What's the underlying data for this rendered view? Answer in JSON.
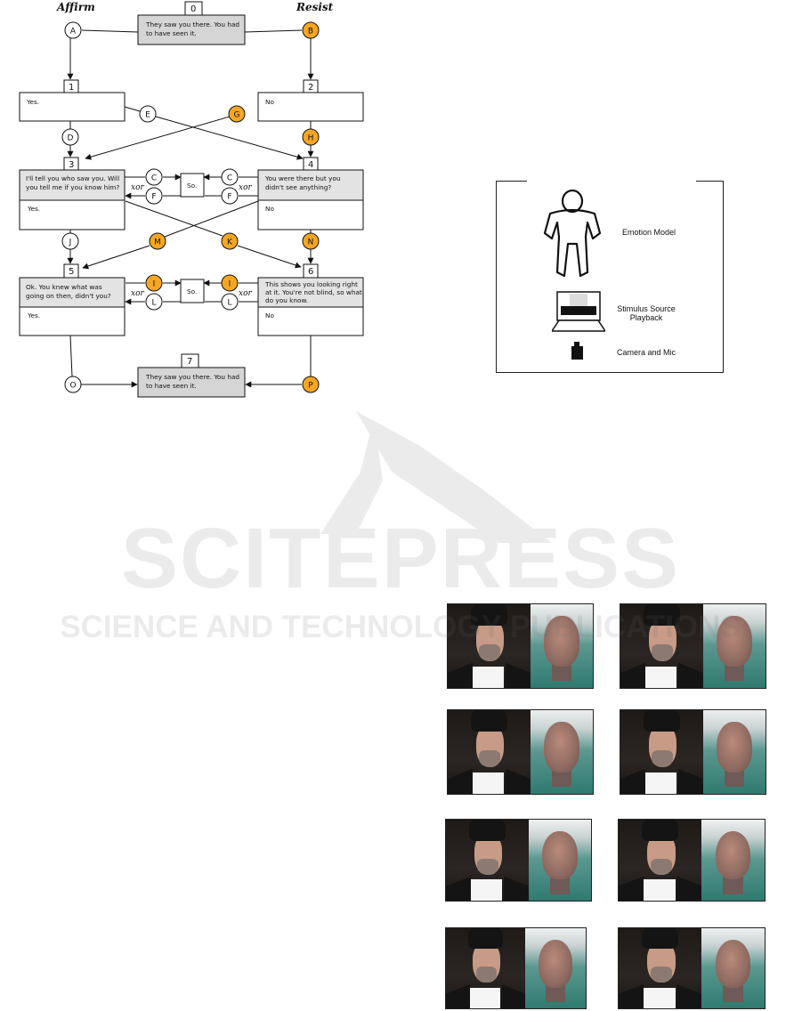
{
  "flowchart": {
    "headers": {
      "left": "Affirm",
      "right": "Resist"
    },
    "numbers": [
      "0",
      "1",
      "2",
      "3",
      "4",
      "5",
      "6",
      "7"
    ],
    "boxes": {
      "b0": [
        "They saw you there. You had",
        "to have seen it."
      ],
      "b1": [
        "Yes."
      ],
      "b2": [
        "No"
      ],
      "b3_top": [
        "I'll tell you who saw you. Will",
        "you tell me if you know him?"
      ],
      "b3_bottom": [
        "Yes."
      ],
      "b4_top": [
        "You were there but you",
        "didn't see anything?"
      ],
      "b4_bottom": [
        "No"
      ],
      "b5_top": [
        "Ok. You knew what was",
        "going on then, didn't you?"
      ],
      "b5_bottom": [
        "Yes."
      ],
      "b6_top": [
        "This shows you looking right",
        "at it. You're not blind, so what",
        "do you know."
      ],
      "b6_bottom": [
        "No"
      ],
      "b7": [
        "They saw you there. You had",
        "to have seen it."
      ],
      "so_upper": "So.",
      "so_lower": "So."
    },
    "xor": "xor",
    "nodes": {
      "A": "A",
      "B": "B",
      "C": "C",
      "D": "D",
      "E": "E",
      "F": "F",
      "G": "G",
      "H": "H",
      "I": "I",
      "J": "J",
      "K": "K",
      "L": "L",
      "M": "M",
      "N": "N",
      "O": "O",
      "P": "P"
    },
    "colors": {
      "highlight": "#f5a623",
      "gray_box": "#d5d5d5",
      "light_box": "#e6e6e6",
      "line": "#111111"
    }
  },
  "setup": {
    "emotion_model": "Emotion Model",
    "stimulus_line1": "Stimulus Source",
    "stimulus_line2": "Playback",
    "camera": "Camera and Mic"
  },
  "watermark": {
    "main": "SCITEPRESS",
    "sub": "SCIENCE AND TECHNOLOGY PUBLICATIONS"
  }
}
